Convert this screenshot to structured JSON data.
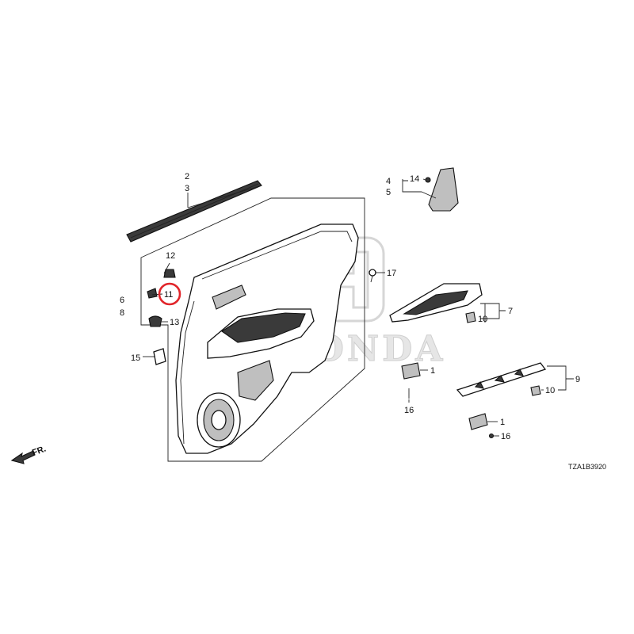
{
  "diagram": {
    "code": "TZA1B3920",
    "direction_label": "FR.",
    "watermark": "HONDA",
    "highlight_color": "#e1252a",
    "highlighted_callout": "11",
    "callouts": {
      "c1a": "1",
      "c1b": "1",
      "c2": "2",
      "c3": "3",
      "c4": "4",
      "c5": "5",
      "c6": "6",
      "c7": "7",
      "c8": "8",
      "c9": "9",
      "c10a": "10",
      "c10b": "10",
      "c11": "11",
      "c12": "12",
      "c13": "13",
      "c14": "14",
      "c15": "15",
      "c16a": "16",
      "c16b": "16",
      "c17": "17"
    }
  }
}
